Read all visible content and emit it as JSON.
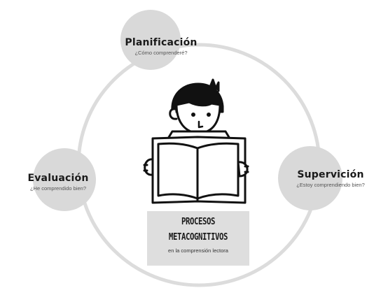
{
  "diagram": {
    "stages": {
      "planning": {
        "title": "Planificación",
        "question": "¿Cómo comprenderé?"
      },
      "evaluation": {
        "title": "Evaluación",
        "question": "¿He comprendido bien?"
      },
      "supervision": {
        "title": "Supervición",
        "question": "¿Estoy comprendiendo bien?"
      }
    },
    "center": {
      "line1": "PROCESOS",
      "line2": "METACOGNITIVOS",
      "subtitle": "en la comprensión lectora"
    }
  },
  "colors": {
    "ring": "#dcdcdc",
    "node": "#d9d9d9",
    "center_box": "#dedede",
    "ink": "#111111"
  },
  "icons": {
    "central_figure": "child-reading-book-illustration"
  }
}
